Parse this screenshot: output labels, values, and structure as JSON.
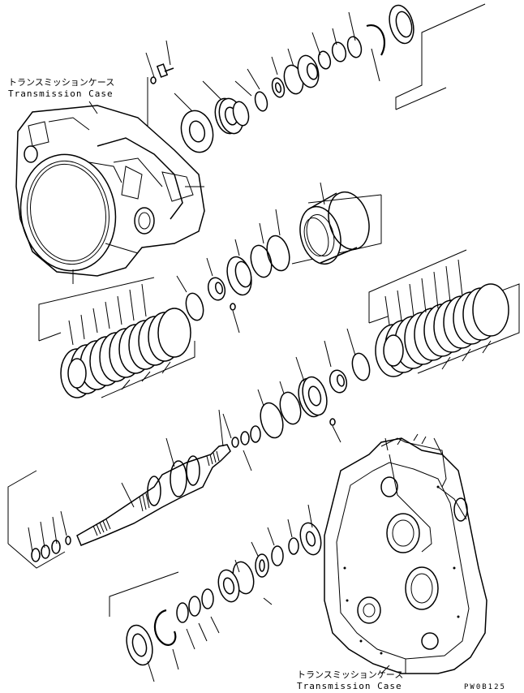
{
  "labels": {
    "case_top_jp": "トランスミッションケース",
    "case_top_en": "Transmission Case",
    "case_bottom_jp": "トランスミッションケース",
    "case_bottom_en": "Transmission Case",
    "drawing_code": "PW0B125"
  },
  "colors": {
    "line": "#000000",
    "background": "#ffffff"
  }
}
